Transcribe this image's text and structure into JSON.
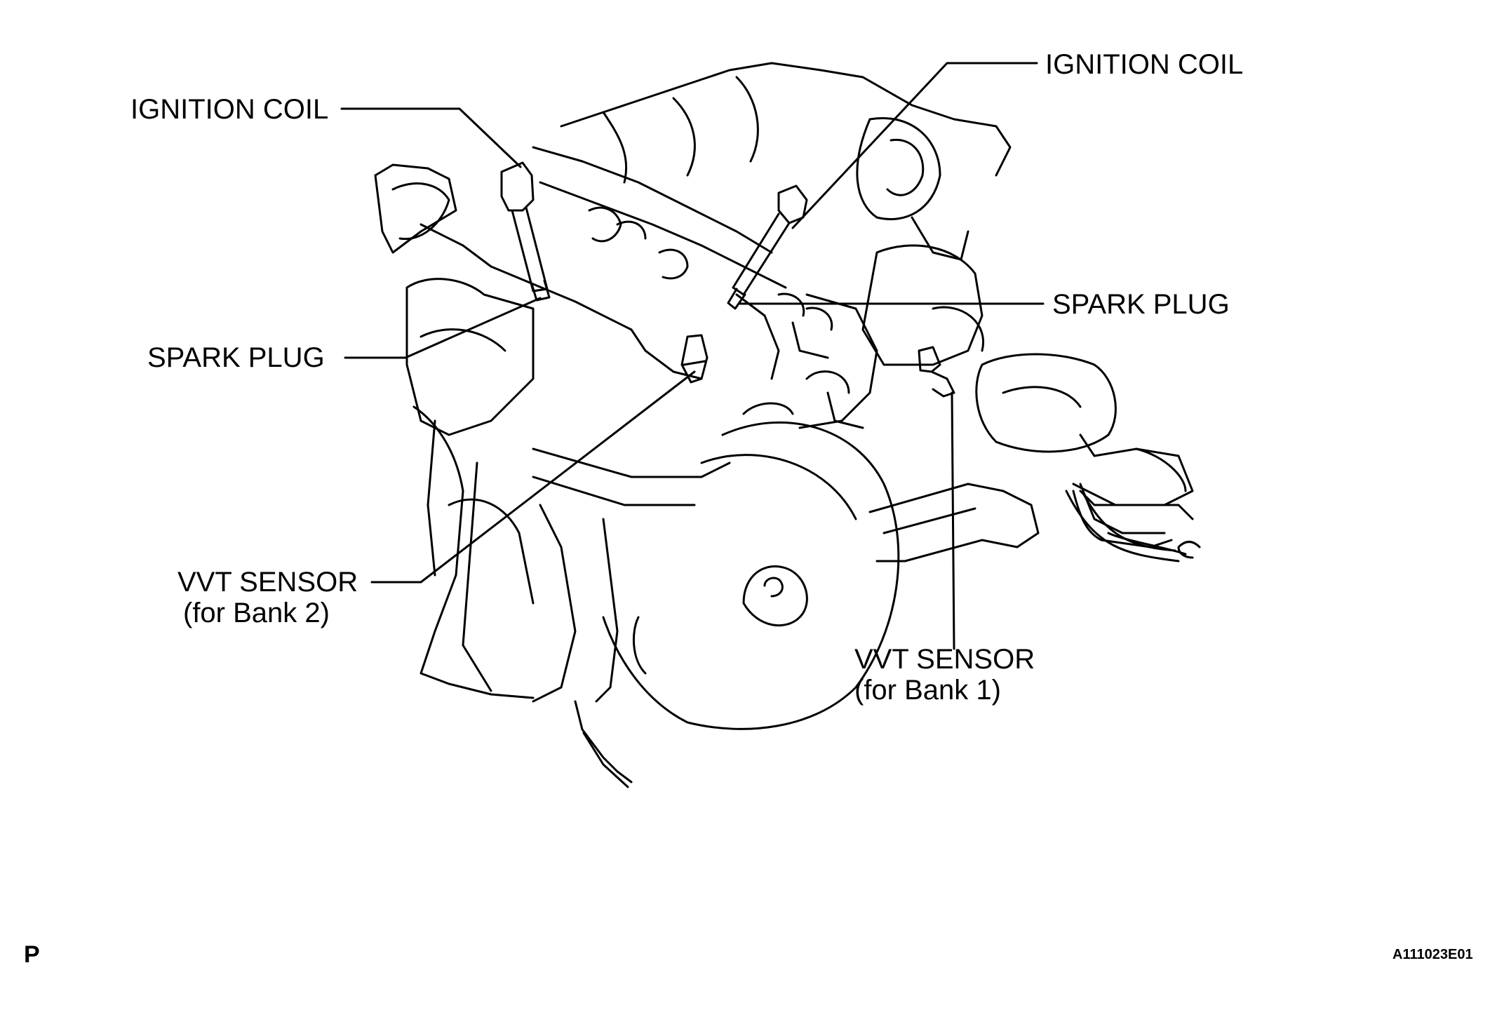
{
  "callouts": {
    "ignition_coil_left": "IGNITION COIL",
    "ignition_coil_right": "IGNITION COIL",
    "spark_plug_left": "SPARK PLUG",
    "spark_plug_right": "SPARK PLUG",
    "vvt_sensor_bank2": {
      "line1": "VVT SENSOR",
      "line2": "(for Bank 2)"
    },
    "vvt_sensor_bank1": {
      "line1": "VVT SENSOR",
      "line2": "(for Bank 1)"
    }
  },
  "corner_code": "P",
  "figure_id": "A111023E01"
}
